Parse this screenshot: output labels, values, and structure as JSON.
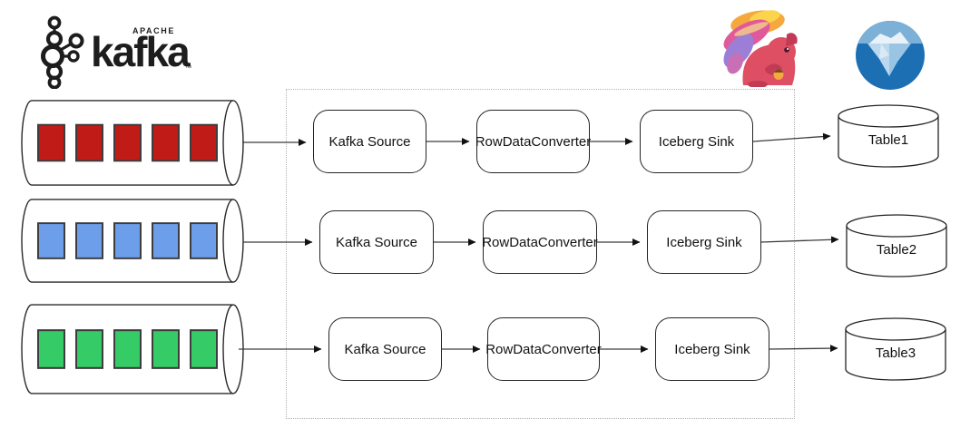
{
  "logos": {
    "kafka": {
      "apache_label": "APACHE",
      "wordmark": "kafka",
      "trademark": "™"
    },
    "flink": {
      "icon": "flink-squirrel-icon"
    },
    "iceberg": {
      "icon": "iceberg-icon"
    }
  },
  "brand_colors": {
    "kafka_black": "#1d1d1d",
    "flink_body": "#de4f63",
    "flink_tail_gold": "#f4a83d",
    "flink_tail_magenta": "#e05a9b",
    "flink_tail_purple": "#9c7ed6",
    "iceberg_blue": "#1d6fb4",
    "iceberg_sky": "#7cb0d6"
  },
  "topics": [
    {
      "square_color": "#c01b17",
      "square_count": 5
    },
    {
      "square_color": "#6d9eea",
      "square_count": 5
    },
    {
      "square_color": "#35cb66",
      "square_count": 5
    }
  ],
  "pipelines": [
    {
      "source": "Kafka Source",
      "converter": "RowDataConverter",
      "sink": "Iceberg Sink",
      "table": "Table1"
    },
    {
      "source": "Kafka Source",
      "converter": "RowDataConverter",
      "sink": "Iceberg Sink",
      "table": "Table2"
    },
    {
      "source": "Kafka Source",
      "converter": "RowDataConverter",
      "sink": "Iceberg Sink",
      "table": "Table3"
    }
  ]
}
